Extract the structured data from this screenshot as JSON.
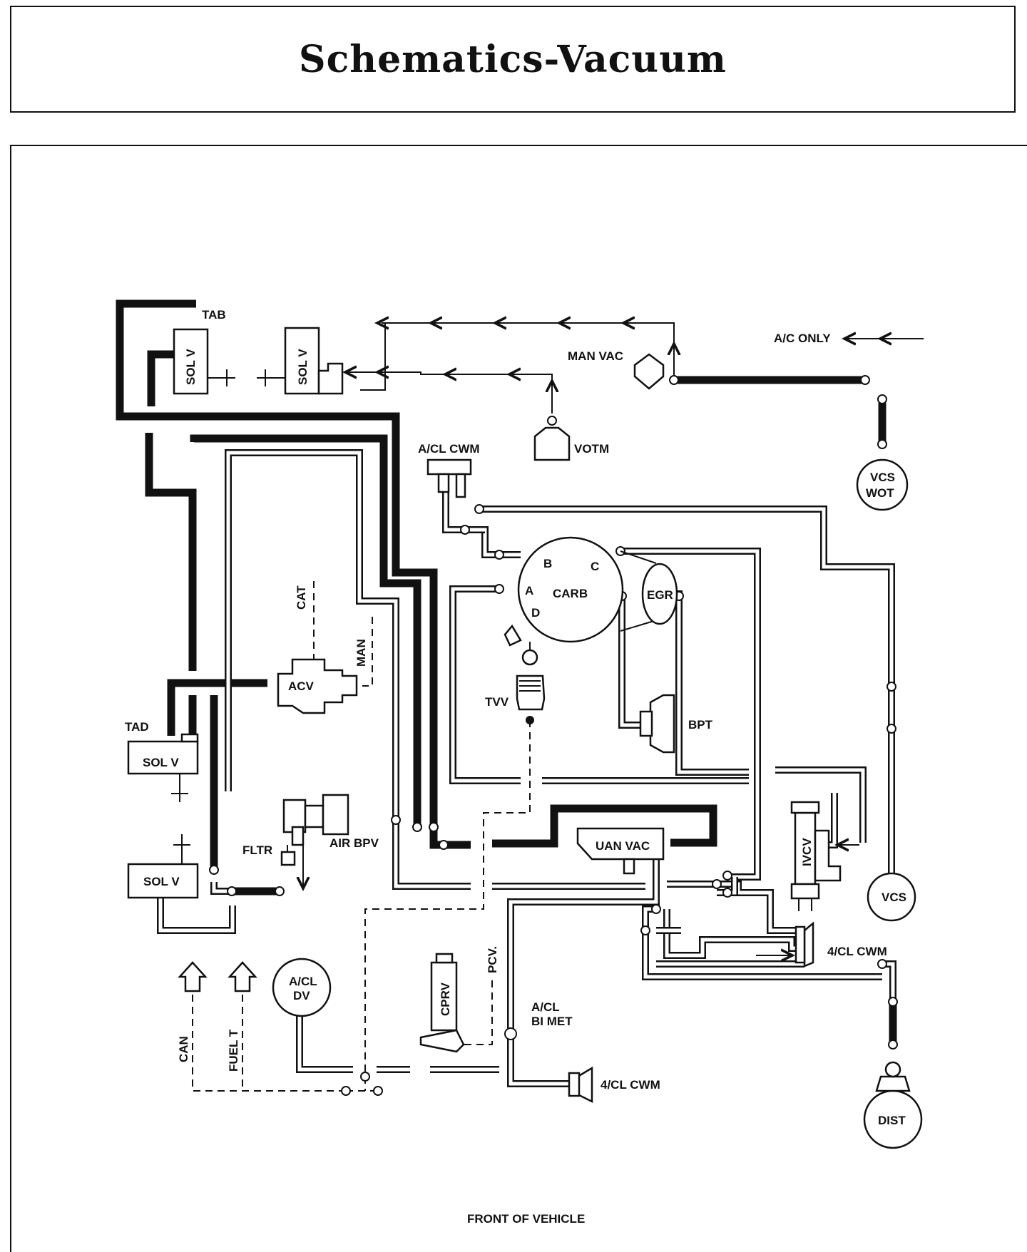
{
  "page_title": "Schematics-Vacuum",
  "footer": "FRONT OF VEHICLE",
  "labels": {
    "tab": "TAB",
    "sol_v_top_left": "SOL V",
    "sol_v_top_right": "SOL V",
    "man_vac": "MAN VAC",
    "ac_only": "A/C ONLY",
    "votm": "VOTM",
    "acl_cwm_top": "A/CL CWM",
    "vcs_wot_1": "VCS",
    "vcs_wot_2": "WOT",
    "carb": "CARB",
    "port_a": "A",
    "port_b": "B",
    "port_c": "C",
    "port_d": "D",
    "egr": "EGR",
    "cat": "CAT",
    "man": "MAN",
    "acv": "ACV",
    "tvv": "TVV",
    "bpt": "BPT",
    "tad": "TAD",
    "sol_v_mid": "SOL V",
    "fltr": "FLTR",
    "air_bpv": "AIR BPV",
    "uan_vac": "UAN VAC",
    "ivcv": "IVCV",
    "vcs": "VCS",
    "sol_v_low": "SOL V",
    "cl4_cwm_right": "4/CL CWM",
    "can": "CAN",
    "fuel_t": "FUEL T",
    "acl_dv_1": "A/CL",
    "acl_dv_2": "DV",
    "cprv": "CPRV",
    "pcv": "PCV.",
    "acl_bimet_1": "A/CL",
    "acl_bimet_2": "BI MET",
    "cl4_cwm_bottom": "4/CL CWM",
    "dist": "DIST"
  }
}
